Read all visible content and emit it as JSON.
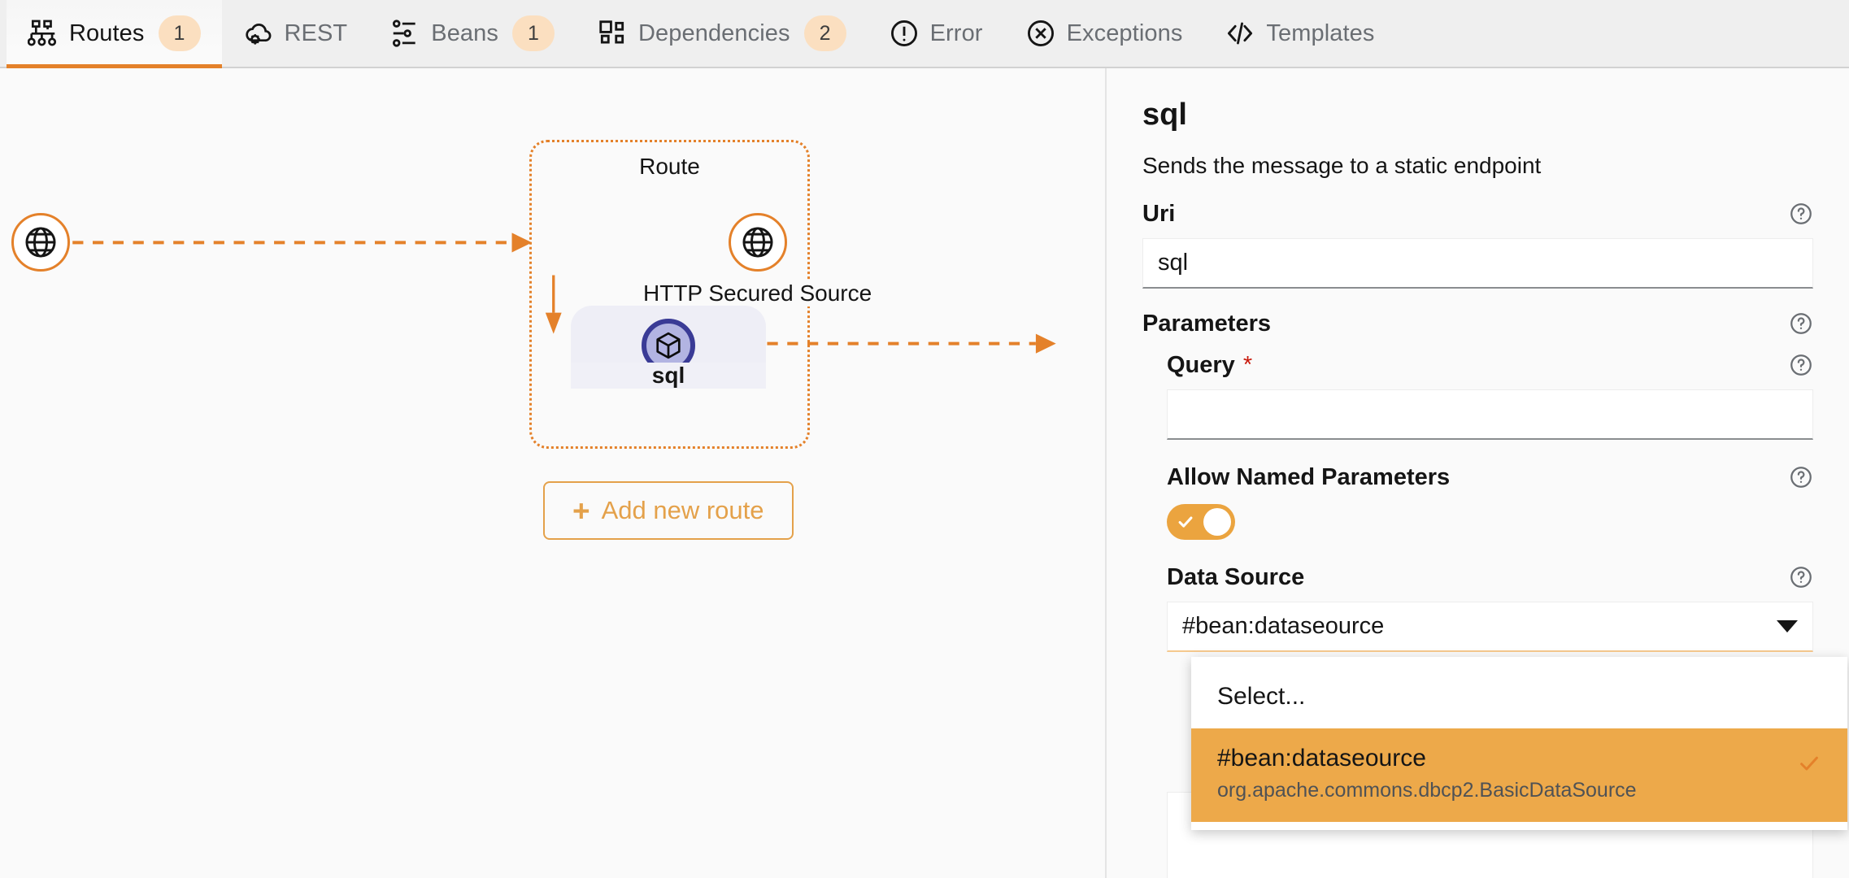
{
  "tabs": [
    {
      "id": "routes",
      "label": "Routes",
      "icon": "routes-icon",
      "badge": "1",
      "active": true
    },
    {
      "id": "rest",
      "label": "REST",
      "icon": "cloud-gear-icon",
      "badge": null,
      "active": false
    },
    {
      "id": "beans",
      "label": "Beans",
      "icon": "sliders-icon",
      "badge": "1",
      "active": false
    },
    {
      "id": "dependencies",
      "label": "Dependencies",
      "icon": "blocks-icon",
      "badge": "2",
      "active": false
    },
    {
      "id": "error",
      "label": "Error",
      "icon": "exclamation-circle-icon",
      "badge": null,
      "active": false
    },
    {
      "id": "exceptions",
      "label": "Exceptions",
      "icon": "times-circle-icon",
      "badge": null,
      "active": false
    },
    {
      "id": "templates",
      "label": "Templates",
      "icon": "code-icon",
      "badge": null,
      "active": false
    }
  ],
  "canvas": {
    "route_title": "Route",
    "entry_node": {
      "label": "",
      "icon": "globe-icon"
    },
    "source_node": {
      "label": "HTTP Secured Source",
      "icon": "globe-icon"
    },
    "step_node": {
      "label": "sql",
      "icon": "cube-icon"
    },
    "exit_node": {
      "label": "",
      "icon": "cube-icon"
    },
    "add_route_button": {
      "plus": "+",
      "label": "Add new route"
    }
  },
  "panel": {
    "title": "sql",
    "description": "Sends the message to a static endpoint",
    "uri": {
      "label": "Uri",
      "value": "sql"
    },
    "parameters_label": "Parameters",
    "query": {
      "label": "Query",
      "required_marker": "*",
      "value": ""
    },
    "allow_named_parameters": {
      "label": "Allow Named Parameters",
      "enabled": true
    },
    "data_source": {
      "label": "Data Source",
      "selected": "#bean:dataseource",
      "options": [
        {
          "label": "Select...",
          "sub": "",
          "selected": false
        },
        {
          "label": "#bean:dataseource",
          "sub": "org.apache.commons.dbcp2.BasicDataSource",
          "selected": true
        }
      ]
    }
  },
  "colors": {
    "accent_orange": "#e4812a",
    "badge_bg": "#fbdfc0",
    "dropdown_selected": "#eda94a",
    "node_selected_ring": "#3a3b96",
    "node_selected_fill": "#b2b4e2",
    "required_red": "#c9190b"
  }
}
